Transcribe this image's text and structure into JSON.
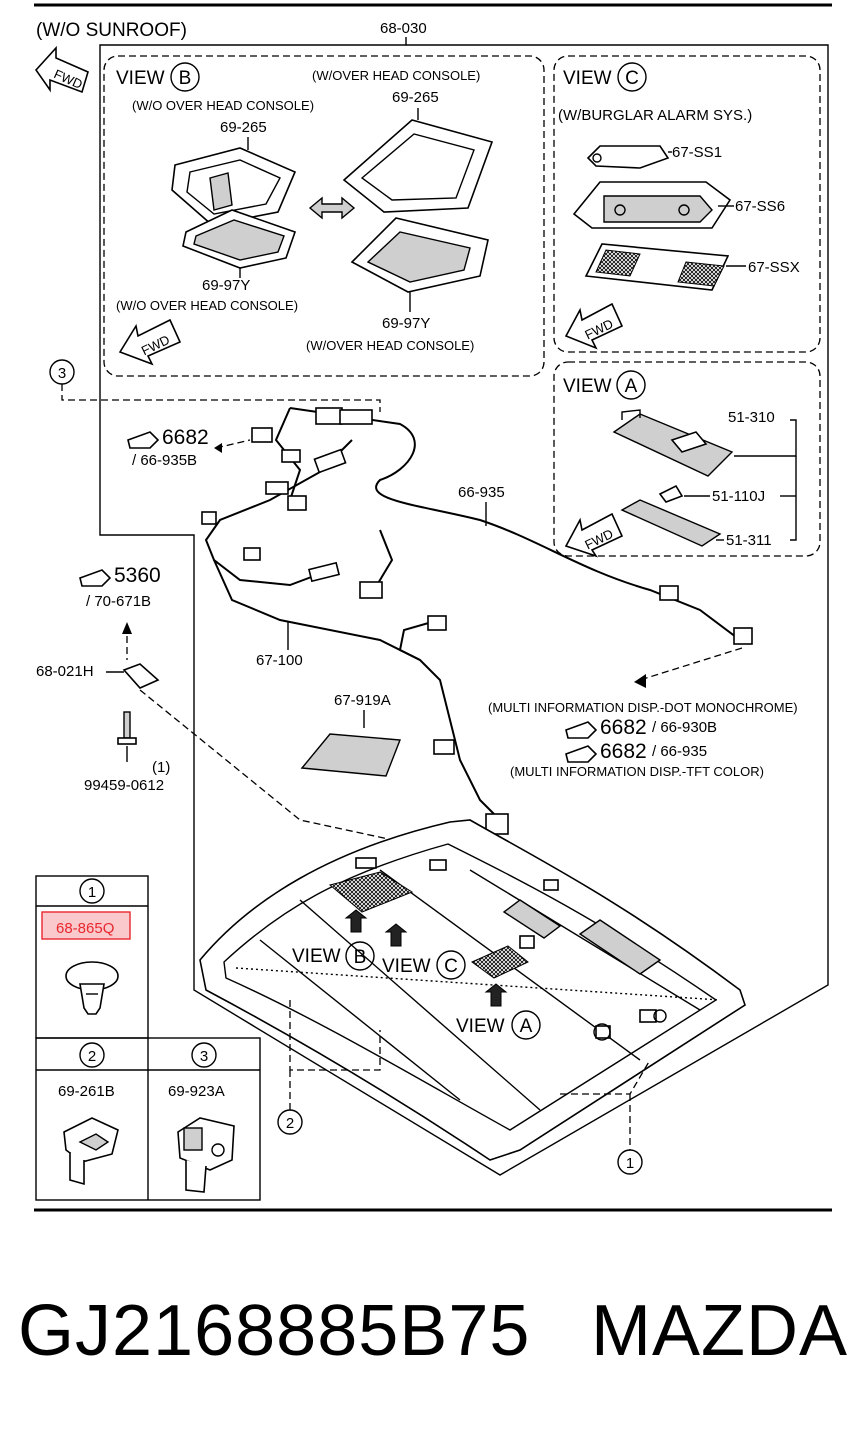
{
  "diagram": {
    "header": "(W/O SUNROOF)",
    "main_part": "68-030",
    "fwd": "FWD",
    "view_word": "VIEW",
    "view_b": {
      "letter": "B",
      "note_left": "(W/O OVER HEAD CONSOLE)",
      "note_right": "(W/OVER HEAD CONSOLE)",
      "part_a": "69-265",
      "part_b": "69-265",
      "part_c": "69-97Y",
      "note_bottom_left": "(W/O OVER HEAD CONSOLE)",
      "part_d": "69-97Y",
      "note_bottom_right": "(W/OVER HEAD CONSOLE)"
    },
    "view_c": {
      "letter": "C",
      "note": "(W/BURGLAR ALARM SYS.)",
      "part_a": "67-SS1",
      "part_b": "67-SS6",
      "part_c": "67-SSX"
    },
    "view_a": {
      "letter": "A",
      "part_a": "51-310",
      "part_b": "51-110J",
      "part_c": "51-311"
    },
    "ref_6682_a": {
      "num": "6682",
      "sub": "/ 66-935B"
    },
    "harness_main": "66-935",
    "ref_5360": {
      "num": "5360",
      "sub": "/ 70-671B"
    },
    "bracket": "68-021H",
    "harness_roof": "67-100",
    "pad": "67-919A",
    "bolt": {
      "part": "99459-0612",
      "qty": "(1)"
    },
    "multi_info": {
      "note_top": "(MULTI INFORMATION DISP.-DOT MONOCHROME)",
      "ref1_num": "6682",
      "ref1_sub": "/ 66-930B",
      "ref2_num": "6682",
      "ref2_sub": "/ 66-935",
      "note_bottom": "(MULTI INFORMATION DISP.-TFT COLOR)"
    },
    "callouts": {
      "one": "1",
      "two": "2",
      "three": "3"
    },
    "inset": {
      "clip_part": "68-865Q",
      "part_two": "69-261B",
      "part_three": "69-923A"
    }
  },
  "footer": {
    "part_number": "GJ2168885B75",
    "brand": "MAZDA"
  },
  "colors": {
    "highlight": "#e8272e",
    "highlight_fill": "#f9c9cc",
    "ink": "#000000"
  }
}
